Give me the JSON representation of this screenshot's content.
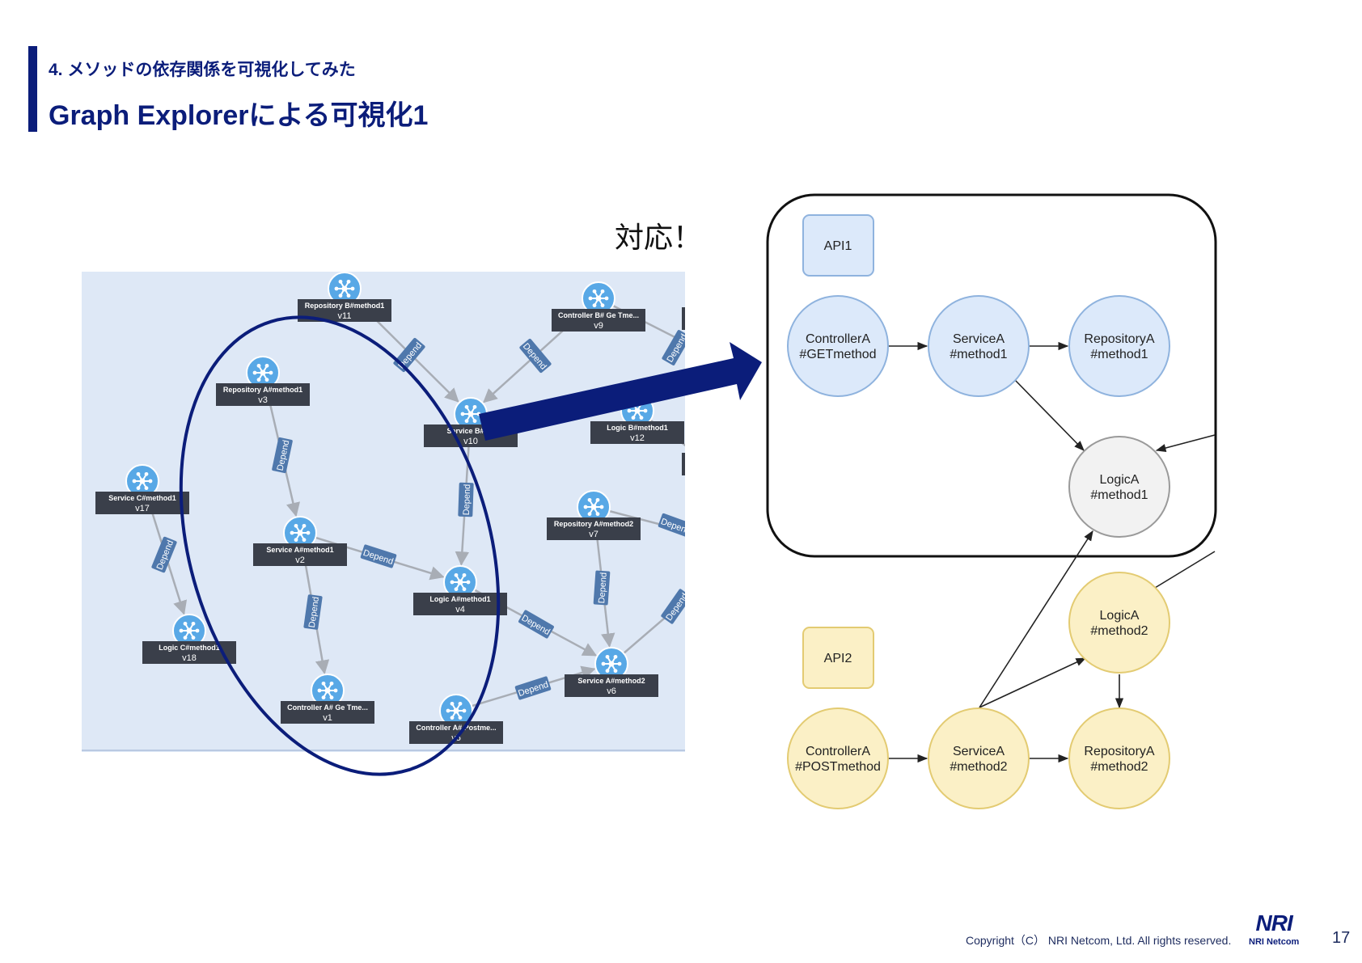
{
  "header": {
    "subtitle": "4. メソッドの依存関係を可視化してみた",
    "title": "Graph Explorerによる可視化1"
  },
  "callout": "対応！",
  "colors": {
    "brand": "#0b1d7a",
    "explorer_bg": "#dee8f6",
    "node_icon": "#58a8e6",
    "label_box": "#3a3f4a",
    "edge_tag": "#4f78ac",
    "api1_fill": "#dce9fa",
    "api1_stroke": "#8fb3de",
    "api2_fill": "#fbf0c6",
    "api2_stroke": "#e3cb72",
    "logic_fill": "#f2f2f2",
    "logic_stroke": "#9a9a9a"
  },
  "explorer": {
    "edge_label": "Depend",
    "nodes": [
      {
        "id": "v11",
        "name": "Repository B#method1"
      },
      {
        "id": "v9",
        "name": "Controller B# Ge Tme..."
      },
      {
        "id": "v3",
        "name": "Repository A#method1"
      },
      {
        "id": "v10",
        "name": "Service B#me"
      },
      {
        "id": "v12",
        "name": "Logic B#method1"
      },
      {
        "id": "v17",
        "name": "Service C#method1"
      },
      {
        "id": "v7",
        "name": "Repository A#method2"
      },
      {
        "id": "v2",
        "name": "Service A#method1"
      },
      {
        "id": "v4",
        "name": "Logic A#method1"
      },
      {
        "id": "v18",
        "name": "Logic C#method1"
      },
      {
        "id": "v6",
        "name": "Service A#method2"
      },
      {
        "id": "v1",
        "name": "Controller A# Ge Tme..."
      },
      {
        "id": "v5",
        "name": "Controller A# Postme..."
      }
    ]
  },
  "diagram": {
    "api1_label": "API1",
    "api2_label": "API2",
    "nodes": [
      {
        "line1": "ControllerA",
        "line2": "#GETmethod"
      },
      {
        "line1": "ServiceA",
        "line2": "#method1"
      },
      {
        "line1": "RepositoryA",
        "line2": "#method1"
      },
      {
        "line1": "LogicA",
        "line2": "#method1"
      },
      {
        "line1": "LogicA",
        "line2": "#method2"
      },
      {
        "line1": "ControllerA",
        "line2": "#POSTmethod"
      },
      {
        "line1": "ServiceA",
        "line2": "#method2"
      },
      {
        "line1": "RepositoryA",
        "line2": "#method2"
      }
    ]
  },
  "footer": {
    "copyright": "Copyright（C） NRI Netcom, Ltd. All rights reserved.",
    "logo_mark": "NRI",
    "logo_text": "NRI Netcom",
    "page": "17"
  }
}
